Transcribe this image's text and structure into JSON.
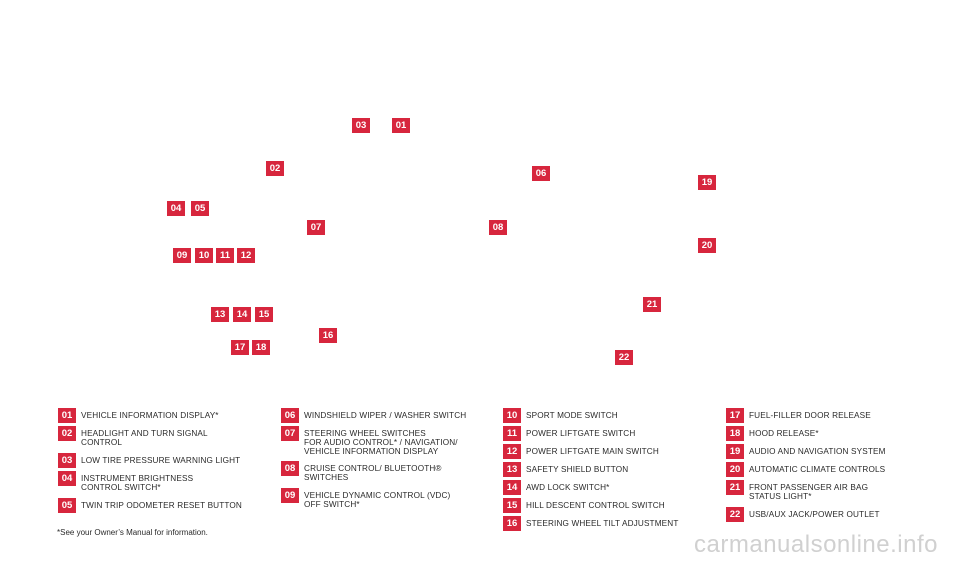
{
  "accent": "#d7263d",
  "markers": [
    "01",
    "02",
    "03",
    "04",
    "05",
    "06",
    "07",
    "08",
    "09",
    "10",
    "11",
    "12",
    "13",
    "14",
    "15",
    "16",
    "17",
    "18",
    "19",
    "20",
    "21",
    "22"
  ],
  "legend": {
    "col1": [
      {
        "num": "01",
        "text": "VEHICLE INFORMATION DISPLAY*"
      },
      {
        "num": "02",
        "text": "HEADLIGHT AND TURN SIGNAL\nCONTROL"
      },
      {
        "num": "03",
        "text": "LOW TIRE PRESSURE WARNING LIGHT"
      },
      {
        "num": "04",
        "text": "INSTRUMENT BRIGHTNESS\nCONTROL SWITCH*"
      },
      {
        "num": "05",
        "text": "TWIN TRIP ODOMETER RESET BUTTON"
      }
    ],
    "col2": [
      {
        "num": "06",
        "text": "WINDSHIELD WIPER / WASHER SWITCH"
      },
      {
        "num": "07",
        "text": "STEERING WHEEL SWITCHES\nFOR AUDIO CONTROL* / NAVIGATION/\nVEHICLE INFORMATION DISPLAY"
      },
      {
        "num": "08",
        "text": "CRUISE CONTROL/ BLUETOOTH®\nSWITCHES"
      },
      {
        "num": "09",
        "text": "VEHICLE DYNAMIC CONTROL (VDC)\nOFF SWITCH*"
      }
    ],
    "col3": [
      {
        "num": "10",
        "text": "SPORT MODE SWITCH"
      },
      {
        "num": "11",
        "text": "POWER LIFTGATE SWITCH"
      },
      {
        "num": "12",
        "text": "POWER LIFTGATE MAIN SWITCH"
      },
      {
        "num": "13",
        "text": "SAFETY SHIELD BUTTON"
      },
      {
        "num": "14",
        "text": "AWD LOCK SWITCH*"
      },
      {
        "num": "15",
        "text": "HILL DESCENT CONTROL SWITCH"
      },
      {
        "num": "16",
        "text": "STEERING WHEEL TILT ADJUSTMENT"
      }
    ],
    "col4": [
      {
        "num": "17",
        "text": "FUEL-FILLER DOOR RELEASE"
      },
      {
        "num": "18",
        "text": "HOOD RELEASE*"
      },
      {
        "num": "19",
        "text": "AUDIO AND NAVIGATION SYSTEM"
      },
      {
        "num": "20",
        "text": "AUTOMATIC CLIMATE CONTROLS"
      },
      {
        "num": "21",
        "text": "FRONT PASSENGER AIR BAG\nSTATUS LIGHT*"
      },
      {
        "num": "22",
        "text": "USB/AUX JACK/POWER OUTLET"
      }
    ]
  },
  "footnote": "*See your Owner’s Manual for information.",
  "watermark": "carmanualsonline.info"
}
